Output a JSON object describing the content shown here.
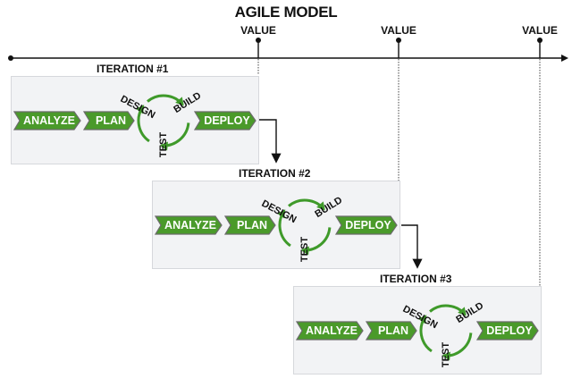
{
  "title": "AGILE MODEL",
  "timeline": {
    "value_markers": [
      "VALUE",
      "VALUE",
      "VALUE"
    ]
  },
  "iterations": [
    {
      "label": "ITERATION #1",
      "steps": [
        "ANALYZE",
        "PLAN",
        "DEPLOY"
      ],
      "cycle": [
        "DESIGN",
        "BUILD",
        "TEST"
      ]
    },
    {
      "label": "ITERATION #2",
      "steps": [
        "ANALYZE",
        "PLAN",
        "DEPLOY"
      ],
      "cycle": [
        "DESIGN",
        "BUILD",
        "TEST"
      ]
    },
    {
      "label": "ITERATION #3",
      "steps": [
        "ANALYZE",
        "PLAN",
        "DEPLOY"
      ],
      "cycle": [
        "DESIGN",
        "BUILD",
        "TEST"
      ]
    }
  ],
  "colors": {
    "chevron_fill": "#4a9a2a",
    "chevron_border": "#6b6b6b",
    "cycle_arrow": "#3f9a2a",
    "panel_bg": "#f2f3f5"
  }
}
